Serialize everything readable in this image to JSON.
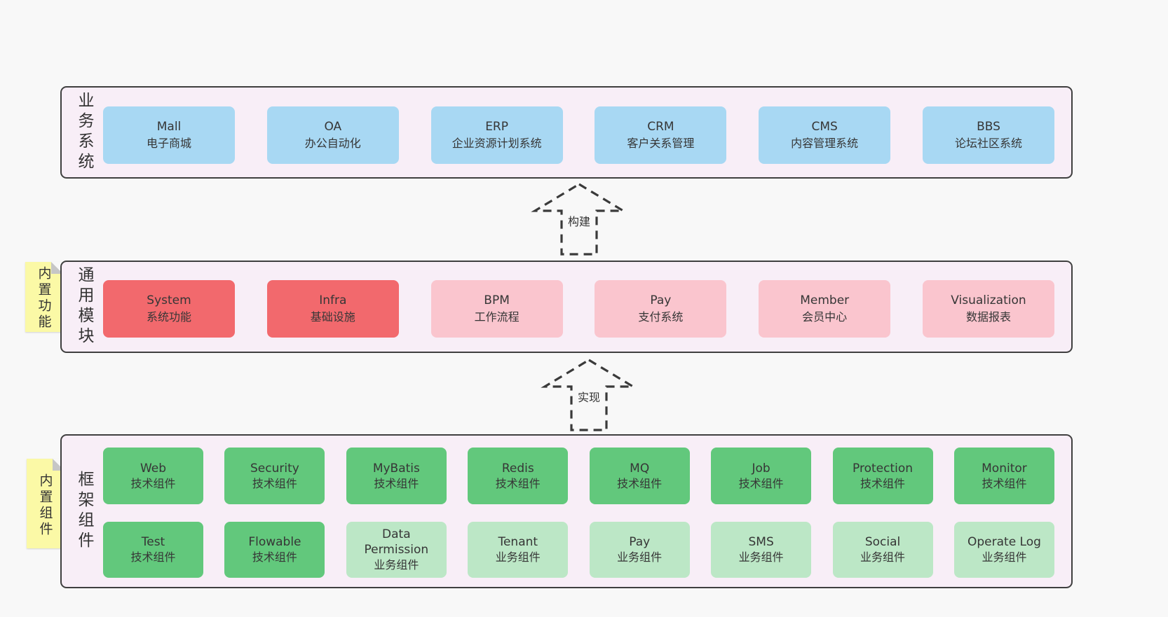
{
  "palette": {
    "page_bg": "#f8f8f8",
    "layer_bg": "#f8eef7",
    "layer_border": "#3f3f3f",
    "blue": "#a8d8f3",
    "red": "#f2696d",
    "pink": "#fac5ce",
    "green": "#62c87c",
    "green_light": "#bce7c6",
    "note_yellow": "#fbf9a6",
    "note_fold": "#c6c6c6",
    "text": "#363636",
    "arrow": "#3a3a3a"
  },
  "arrows": [
    {
      "label": "构建"
    },
    {
      "label": "实现"
    }
  ],
  "layers": [
    {
      "label": "业务系统",
      "note": null,
      "rows": [
        [
          {
            "name": "Mall",
            "desc": "电子商城",
            "variant": "blue"
          },
          {
            "name": "OA",
            "desc": "办公自动化",
            "variant": "blue"
          },
          {
            "name": "ERP",
            "desc": "企业资源计划系统",
            "variant": "blue"
          },
          {
            "name": "CRM",
            "desc": "客户关系管理",
            "variant": "blue"
          },
          {
            "name": "CMS",
            "desc": "内容管理系统",
            "variant": "blue"
          },
          {
            "name": "BBS",
            "desc": "论坛社区系统",
            "variant": "blue"
          }
        ]
      ]
    },
    {
      "label": "通用模块",
      "note": "内置功能",
      "rows": [
        [
          {
            "name": "System",
            "desc": "系统功能",
            "variant": "red"
          },
          {
            "name": "Infra",
            "desc": "基础设施",
            "variant": "red"
          },
          {
            "name": "BPM",
            "desc": "工作流程",
            "variant": "pink"
          },
          {
            "name": "Pay",
            "desc": "支付系统",
            "variant": "pink"
          },
          {
            "name": "Member",
            "desc": "会员中心",
            "variant": "pink"
          },
          {
            "name": "Visualization",
            "desc": "数据报表",
            "variant": "pink"
          }
        ]
      ]
    },
    {
      "label": "框架组件",
      "note": "内置组件",
      "rows": [
        [
          {
            "name": "Web",
            "desc": "技术组件",
            "variant": "green"
          },
          {
            "name": "Security",
            "desc": "技术组件",
            "variant": "green"
          },
          {
            "name": "MyBatis",
            "desc": "技术组件",
            "variant": "green"
          },
          {
            "name": "Redis",
            "desc": "技术组件",
            "variant": "green"
          },
          {
            "name": "MQ",
            "desc": "技术组件",
            "variant": "green"
          },
          {
            "name": "Job",
            "desc": "技术组件",
            "variant": "green"
          },
          {
            "name": "Protection",
            "desc": "技术组件",
            "variant": "green"
          },
          {
            "name": "Monitor",
            "desc": "技术组件",
            "variant": "green"
          }
        ],
        [
          {
            "name": "Test",
            "desc": "技术组件",
            "variant": "green"
          },
          {
            "name": "Flowable",
            "desc": "技术组件",
            "variant": "green"
          },
          {
            "name": "Data Permission",
            "desc": "业务组件",
            "variant": "green-light"
          },
          {
            "name": "Tenant",
            "desc": "业务组件",
            "variant": "green-light"
          },
          {
            "name": "Pay",
            "desc": "业务组件",
            "variant": "green-light"
          },
          {
            "name": "SMS",
            "desc": "业务组件",
            "variant": "green-light"
          },
          {
            "name": "Social",
            "desc": "业务组件",
            "variant": "green-light"
          },
          {
            "name": "Operate Log",
            "desc": "业务组件",
            "variant": "green-light"
          }
        ]
      ]
    }
  ]
}
